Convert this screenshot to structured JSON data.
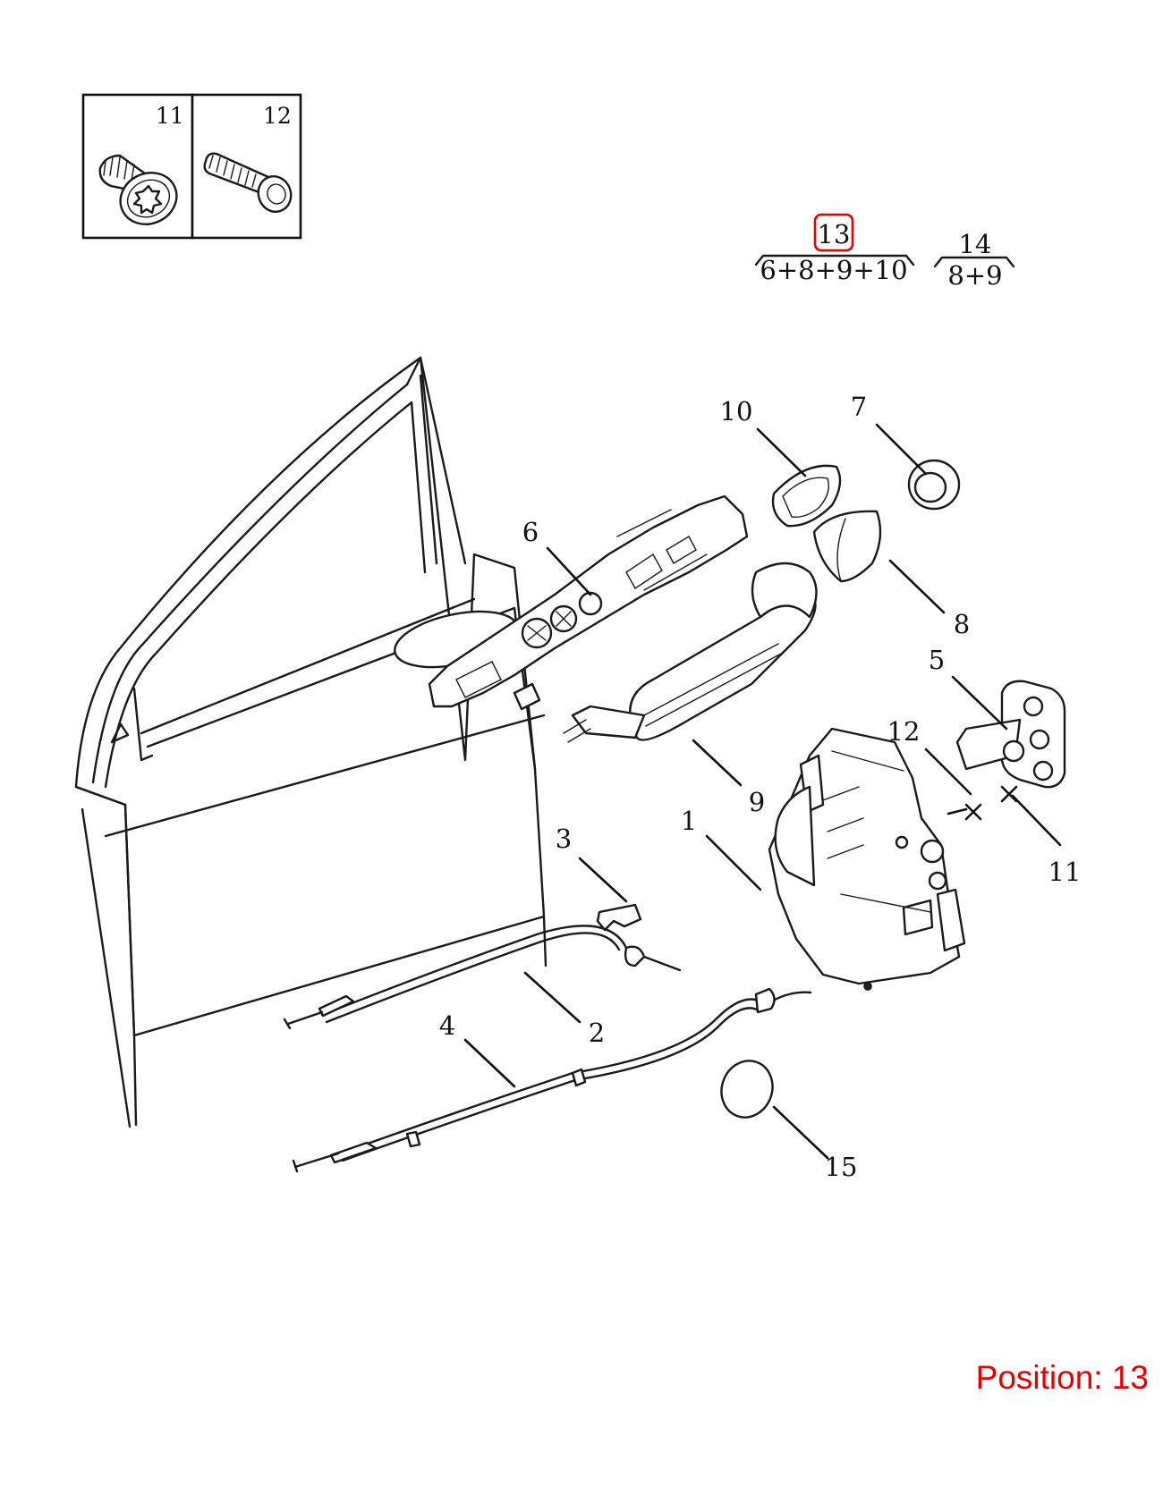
{
  "inset": {
    "left_label": "11",
    "right_label": "12"
  },
  "kits": [
    {
      "number": "13",
      "contents": "6+8+9+10",
      "highlighted": true
    },
    {
      "number": "14",
      "contents": "8+9",
      "highlighted": false
    }
  ],
  "callouts": [
    "1",
    "2",
    "3",
    "4",
    "5",
    "6",
    "7",
    "8",
    "9",
    "10",
    "11",
    "12",
    "15"
  ],
  "position": "Position: 13",
  "colors": {
    "highlight": "#e60000",
    "line": "#1a1a1a",
    "background": "#ffffff"
  }
}
